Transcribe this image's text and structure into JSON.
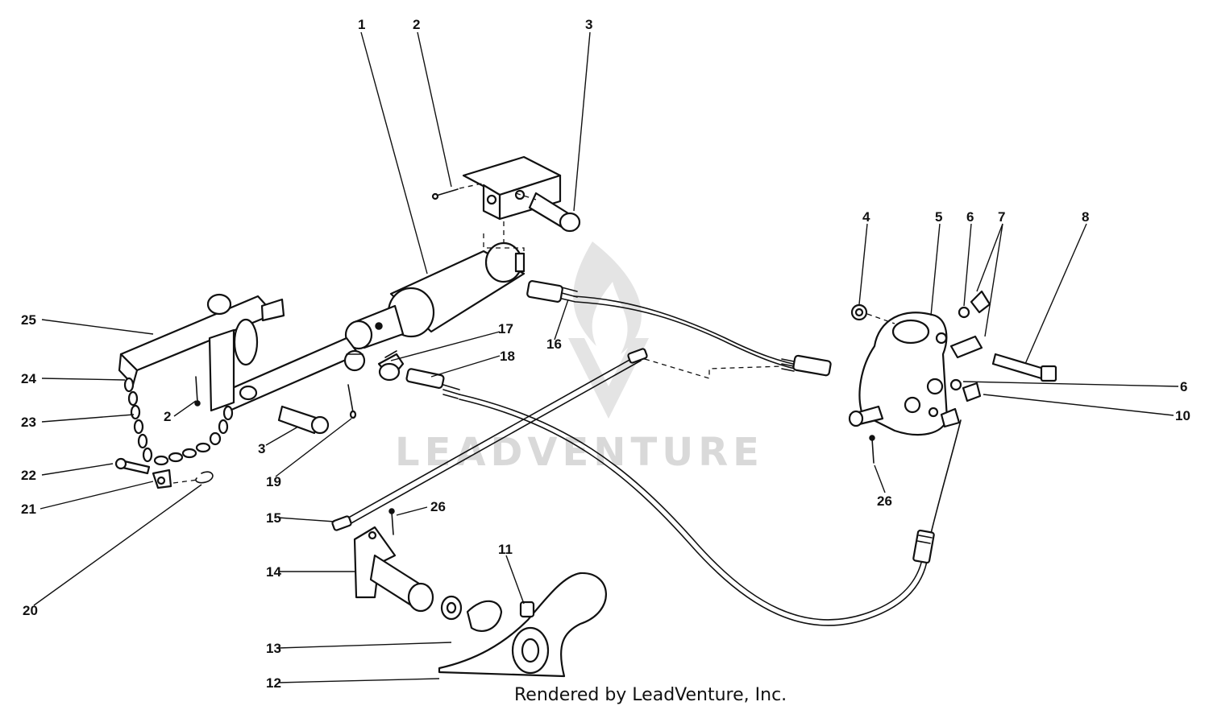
{
  "watermark": {
    "text": "LEADVENTURE"
  },
  "credit": {
    "text": "Rendered by LeadVenture, Inc."
  },
  "callouts": [
    {
      "id": "c1",
      "label": "1"
    },
    {
      "id": "c2a",
      "label": "2"
    },
    {
      "id": "c3a",
      "label": "3"
    },
    {
      "id": "c4",
      "label": "4"
    },
    {
      "id": "c5",
      "label": "5"
    },
    {
      "id": "c6a",
      "label": "6"
    },
    {
      "id": "c7",
      "label": "7"
    },
    {
      "id": "c8",
      "label": "8"
    },
    {
      "id": "c6b",
      "label": "6"
    },
    {
      "id": "c10",
      "label": "10"
    },
    {
      "id": "c17",
      "label": "17"
    },
    {
      "id": "c18",
      "label": "18"
    },
    {
      "id": "c16",
      "label": "16"
    },
    {
      "id": "c25",
      "label": "25"
    },
    {
      "id": "c24",
      "label": "24"
    },
    {
      "id": "c23",
      "label": "23"
    },
    {
      "id": "c2b",
      "label": "2"
    },
    {
      "id": "c3b",
      "label": "3"
    },
    {
      "id": "c19",
      "label": "19"
    },
    {
      "id": "c22",
      "label": "22"
    },
    {
      "id": "c21",
      "label": "21"
    },
    {
      "id": "c20",
      "label": "20"
    },
    {
      "id": "c15",
      "label": "15"
    },
    {
      "id": "c26a",
      "label": "26"
    },
    {
      "id": "c26b",
      "label": "26"
    },
    {
      "id": "c14",
      "label": "14"
    },
    {
      "id": "c11",
      "label": "11"
    },
    {
      "id": "c13",
      "label": "13"
    },
    {
      "id": "c12",
      "label": "12"
    }
  ]
}
